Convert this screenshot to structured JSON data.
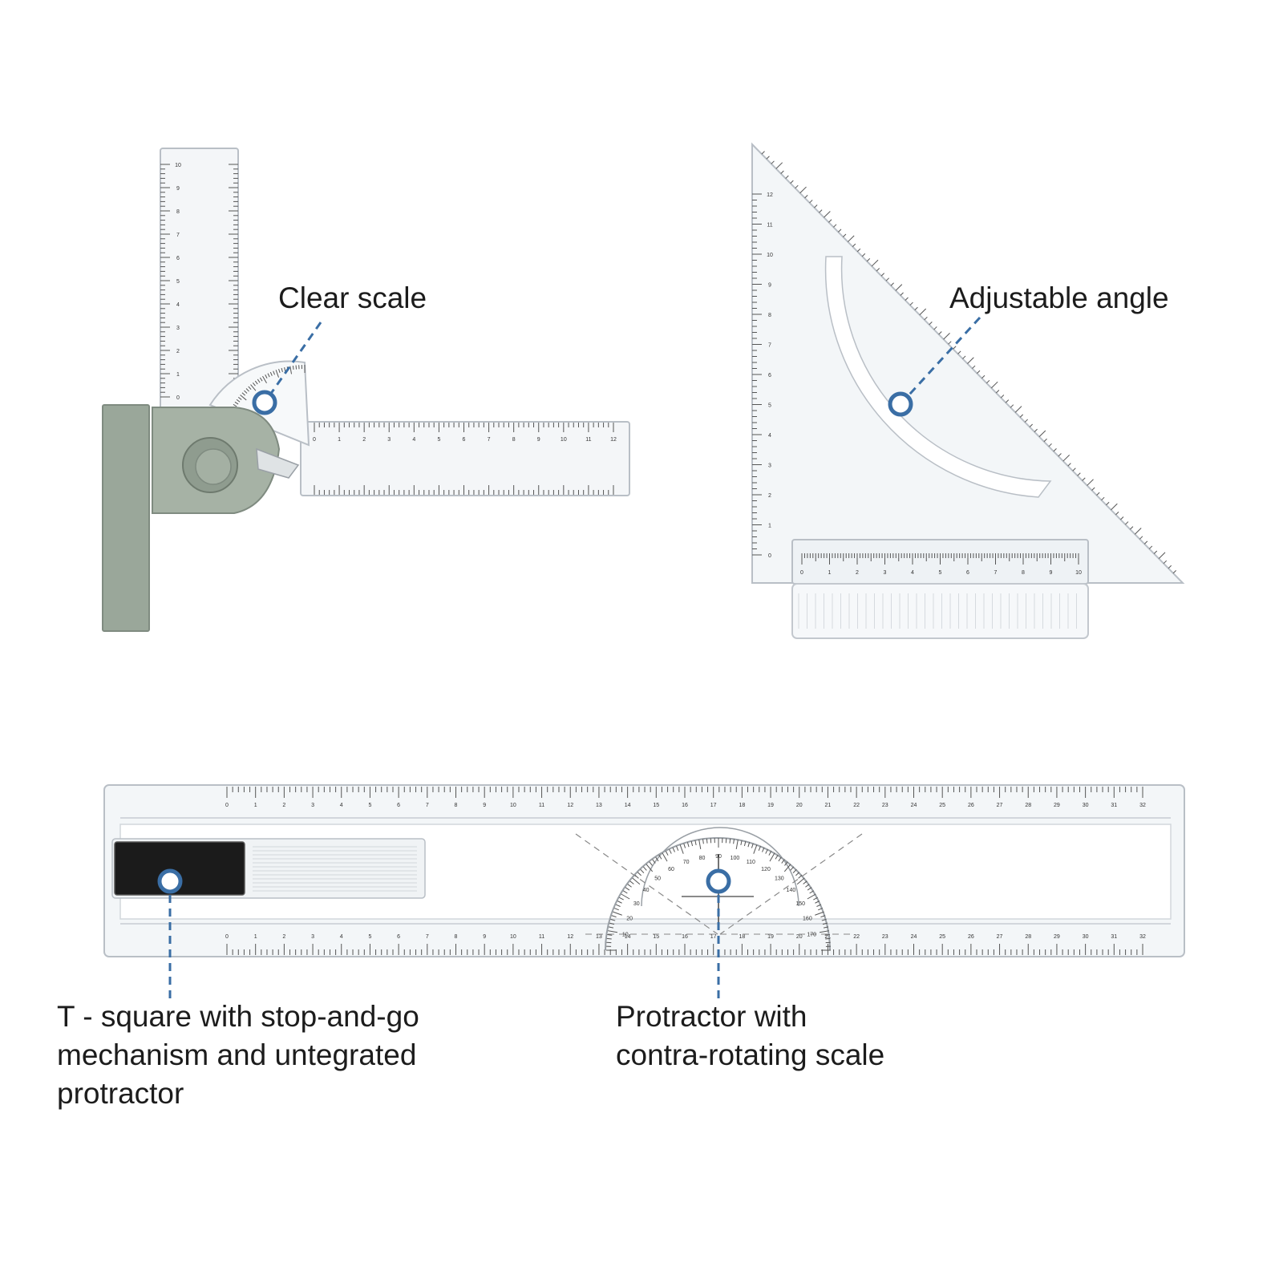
{
  "callouts": {
    "clear_scale": "Clear scale",
    "adjustable_angle": "Adjustable angle",
    "t_square": [
      "T - square with stop-and-go",
      "mechanism and untegrated",
      "protractor"
    ],
    "protractor": [
      "Protractor with",
      "contra-rotating scale"
    ]
  },
  "scales": {
    "vertical_arm": [
      "10",
      "9",
      "8",
      "7",
      "6",
      "5",
      "4",
      "3",
      "2",
      "1",
      "0"
    ],
    "horizontal_arm": [
      "0",
      "1",
      "2",
      "3",
      "4",
      "5",
      "6",
      "7",
      "8",
      "9",
      "10",
      "11",
      "12"
    ],
    "triangle_side": [
      "12",
      "11",
      "10",
      "9",
      "8",
      "7",
      "6",
      "5",
      "4",
      "3",
      "2",
      "1",
      "0"
    ],
    "triangle_base": [
      "0",
      "1",
      "2",
      "3",
      "4",
      "5",
      "6",
      "7",
      "8",
      "9",
      "10"
    ],
    "long_ruler_top": [
      "0",
      "1",
      "2",
      "3",
      "4",
      "5",
      "6",
      "7",
      "8",
      "9",
      "10",
      "11",
      "12",
      "13",
      "14",
      "15",
      "16",
      "17",
      "18",
      "19",
      "20",
      "21",
      "22",
      "23",
      "24",
      "25",
      "26",
      "27",
      "28",
      "29",
      "30",
      "31",
      "32"
    ],
    "protractor_degrees": [
      "10",
      "20",
      "30",
      "40",
      "50",
      "60",
      "70",
      "80",
      "90",
      "100",
      "110",
      "120",
      "130",
      "140",
      "150",
      "160",
      "170"
    ]
  },
  "colors": {
    "accent_blue": "#3a6ea5",
    "clip_green": "#9aa79a",
    "ruler_edge": "#b9bfc6",
    "ruler_fill": "#f3f6f8",
    "marker_black": "#1b1b1b"
  },
  "icons": {
    "marker": "hotspot-ring-icon"
  }
}
